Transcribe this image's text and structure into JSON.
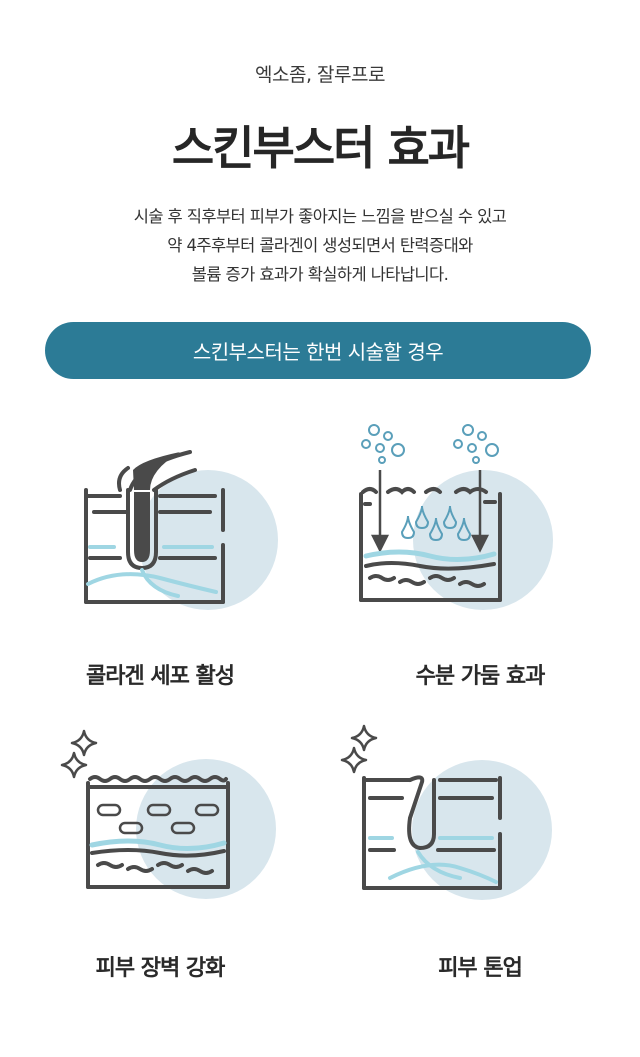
{
  "header": {
    "subtitle": "엑소좀, 잘루프로",
    "title": "스킨부스터 효과"
  },
  "description": {
    "lines": [
      "시술 후 직후부터 피부가 좋아지는 느낌을 받으실 수 있고",
      "약 4주후부터 콜라겐이 생성되면서 탄력증대와",
      "볼륨 증가 효과가 확실하게 나타납니다."
    ]
  },
  "banner": {
    "label": "스킨부스터는 한번 시술할 경우"
  },
  "effects": [
    {
      "label": "콜라겐 세포 활성",
      "icon": "hair-follicle-icon"
    },
    {
      "label": "수분 가둠 효과",
      "icon": "moisture-icon"
    },
    {
      "label": "피부 장벽 강화",
      "icon": "skin-barrier-icon"
    },
    {
      "label": "피부 톤업",
      "icon": "tone-up-icon"
    }
  ],
  "colors": {
    "accent": "#2c7b96",
    "circle": "#d8e6ed",
    "line": "#4a4a4a",
    "blue": "#9fd6e3"
  }
}
